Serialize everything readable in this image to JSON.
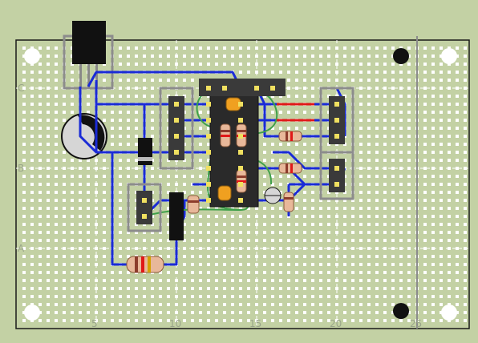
{
  "board": {
    "background_color": "#c3d1a4",
    "pad_color": "#ffffff",
    "wire_color": "#1a2bd6",
    "jumper_green": "#3fa04a",
    "jumper_red": "#e01818",
    "frame_color": "#1a1a1a",
    "socket_outline": "#8c8c8c",
    "row_labels": [
      "C",
      "B",
      "A"
    ],
    "column_labels": [
      "5",
      "10",
      "15",
      "20",
      "25"
    ]
  }
}
